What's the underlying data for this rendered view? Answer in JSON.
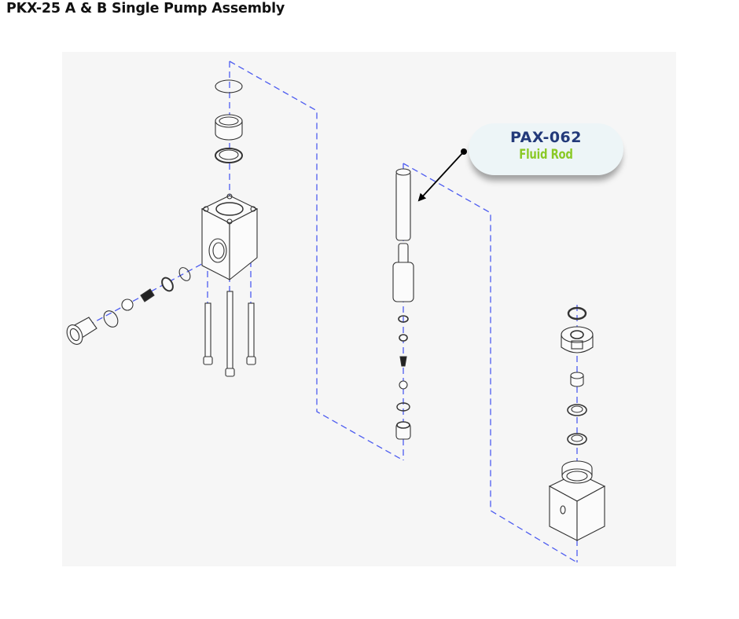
{
  "page": {
    "title": "PKX-25 A & B Single Pump Assembly"
  },
  "callout": {
    "part_number": "PAX-062",
    "part_name": "Fluid Rod",
    "colors": {
      "part_number": "#233a7a",
      "part_name": "#8ac926",
      "background": "#edf5f7"
    }
  },
  "diagram": {
    "description": "Exploded view line drawing of single pump assembly",
    "colors": {
      "centerline": "#4d5cf0",
      "linework": "#333333",
      "background": "#f6f6f6"
    },
    "groups": [
      "upper-manifold-block",
      "inlet-check-valve-stack",
      "tie-rods",
      "fluid-rod-and-piston-stack",
      "lower-seal-housing-stack"
    ]
  }
}
